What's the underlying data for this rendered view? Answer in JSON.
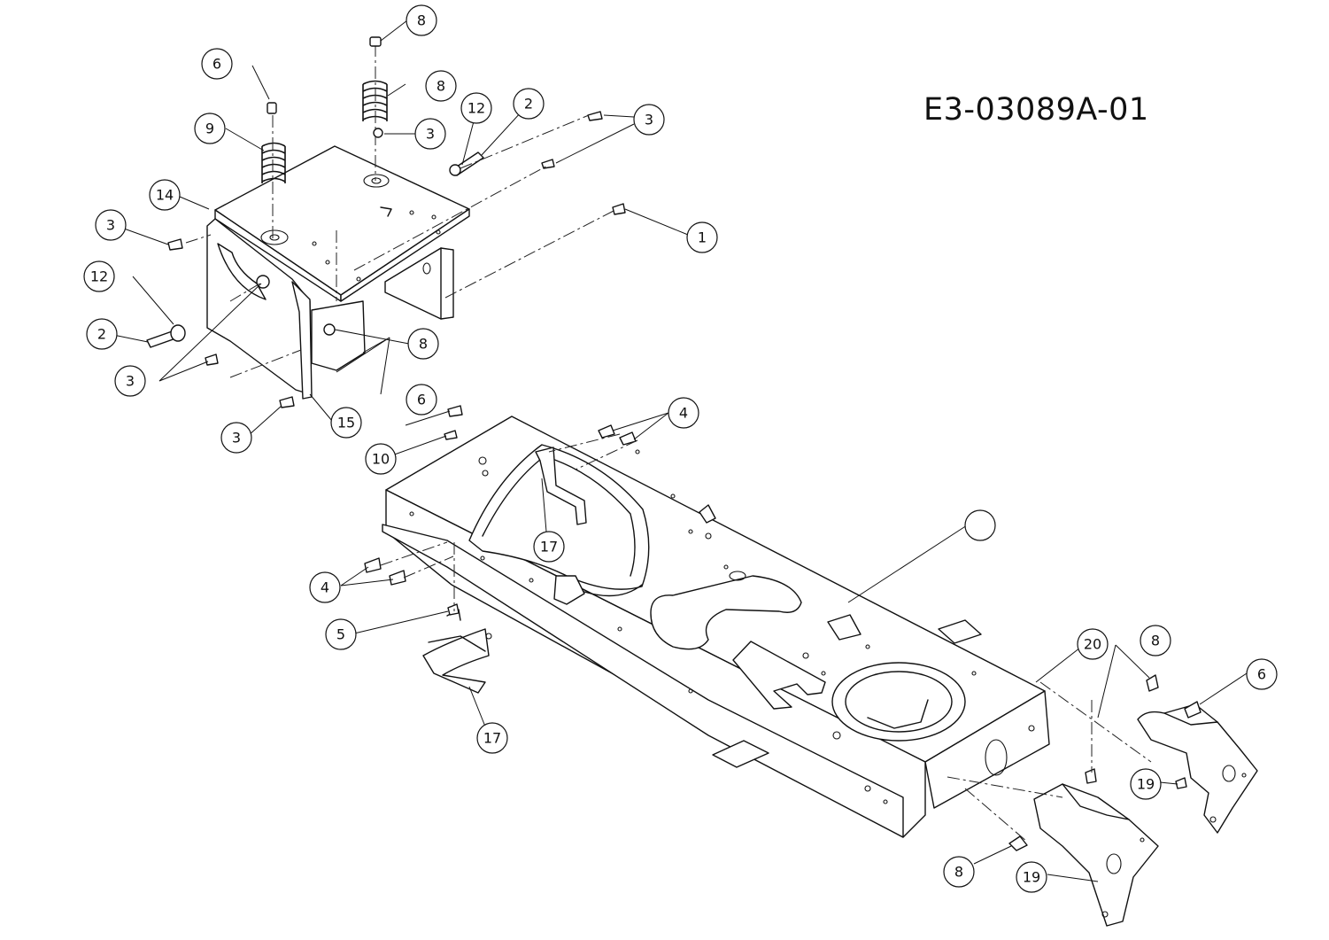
{
  "diagram_code": "E3-03089A-01",
  "callouts": [
    {
      "id": "c-8-top",
      "label": "8"
    },
    {
      "id": "c-6-top",
      "label": "6"
    },
    {
      "id": "c-8-spring",
      "label": "8"
    },
    {
      "id": "c-9-spring",
      "label": "9"
    },
    {
      "id": "c-3-nut",
      "label": "3"
    },
    {
      "id": "c-12-top",
      "label": "12"
    },
    {
      "id": "c-2-top",
      "label": "2"
    },
    {
      "id": "c-3-topright",
      "label": "3"
    },
    {
      "id": "c-14",
      "label": "14"
    },
    {
      "id": "c-3-left",
      "label": "3"
    },
    {
      "id": "c-1-bolt",
      "label": "1"
    },
    {
      "id": "c-12-left",
      "label": "12"
    },
    {
      "id": "c-2-left",
      "label": "2"
    },
    {
      "id": "c-8-mid",
      "label": "8"
    },
    {
      "id": "c-3-lower",
      "label": "3"
    },
    {
      "id": "c-6-mid",
      "label": "6"
    },
    {
      "id": "c-3-bottom",
      "label": "3"
    },
    {
      "id": "c-15",
      "label": "15"
    },
    {
      "id": "c-4-top",
      "label": "4"
    },
    {
      "id": "c-10",
      "label": "10"
    },
    {
      "id": "c-17-frame",
      "label": "17"
    },
    {
      "id": "c-1-frame",
      "label": ""
    },
    {
      "id": "c-4-left",
      "label": "4"
    },
    {
      "id": "c-5",
      "label": "5"
    },
    {
      "id": "c-17-bracket",
      "label": "17"
    },
    {
      "id": "c-20",
      "label": "20"
    },
    {
      "id": "c-8-right",
      "label": "8"
    },
    {
      "id": "c-6-right",
      "label": "6"
    },
    {
      "id": "c-19-right",
      "label": "19"
    },
    {
      "id": "c-8-bottom",
      "label": "8"
    },
    {
      "id": "c-19-bottom",
      "label": "19"
    }
  ]
}
